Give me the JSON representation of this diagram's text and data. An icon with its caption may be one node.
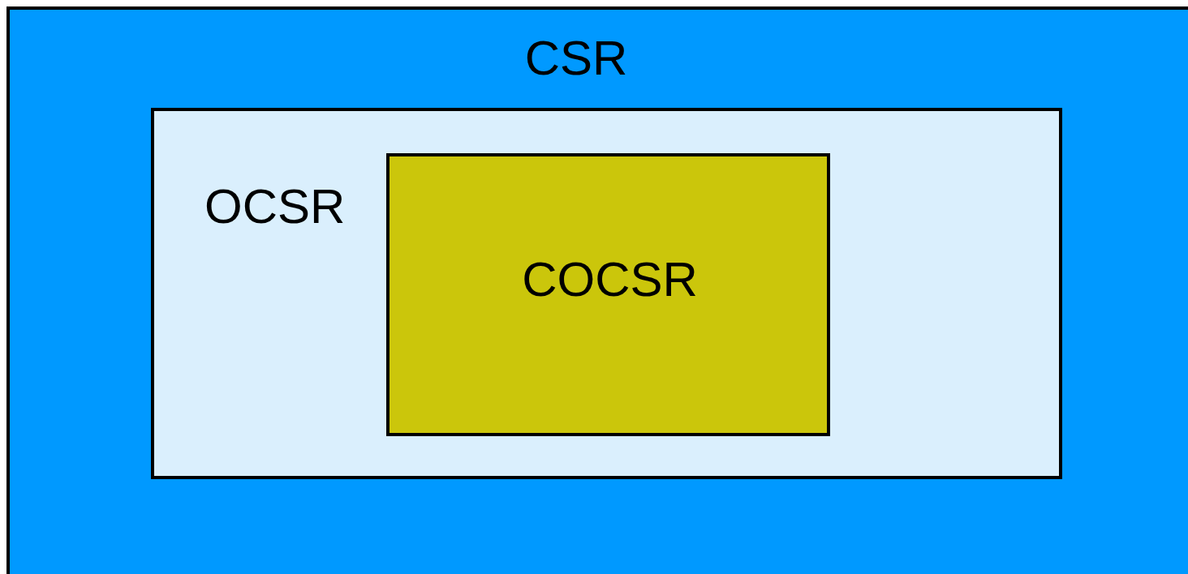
{
  "diagram": {
    "nodes": [
      {
        "text": [
          "CSR"
        ]
      },
      {
        "text": [
          "OCSR"
        ],
        "in": 0
      },
      {
        "text": [
          "COCSR"
        ],
        "in": 1
      }
    ]
  }
}
